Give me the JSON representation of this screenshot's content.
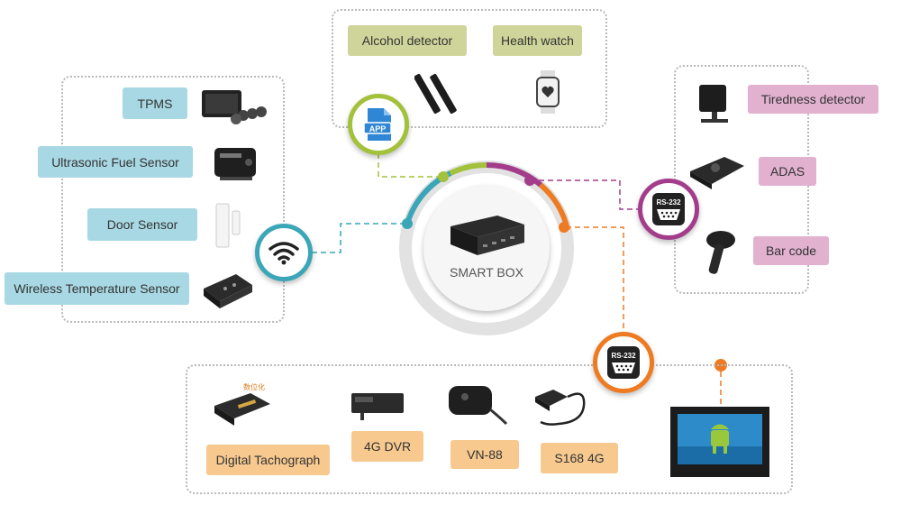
{
  "center": {
    "label": "SMART BOX"
  },
  "wireless_group": {
    "items": [
      {
        "label": "TPMS"
      },
      {
        "label": "Ultrasonic Fuel Sensor"
      },
      {
        "label": "Door Sensor"
      },
      {
        "label": "Wireless Temperature Sensor"
      }
    ]
  },
  "app_group": {
    "items": [
      {
        "label": "Alcohol detector"
      },
      {
        "label": "Health watch"
      }
    ]
  },
  "rs232_right_group": {
    "hub_label": "RS-232",
    "items": [
      {
        "label": "Tiredness detector"
      },
      {
        "label": "ADAS"
      },
      {
        "label": "Bar code"
      }
    ]
  },
  "rs232_bottom_group": {
    "hub_label": "RS-232",
    "items": [
      {
        "label": "Digital Tachograph"
      },
      {
        "label": "4G DVR"
      },
      {
        "label": "VN-88"
      },
      {
        "label": "S168 4G"
      }
    ]
  },
  "app_badge": {
    "label": "APP"
  },
  "tachograph_tag": {
    "label": "数位化"
  },
  "colors": {
    "wireless": "#3aa6b8",
    "app": "#a3c13a",
    "rs232_right": "#a33d8b",
    "rs232_bottom": "#ee7b22",
    "group_border": "#b9b9b9"
  }
}
